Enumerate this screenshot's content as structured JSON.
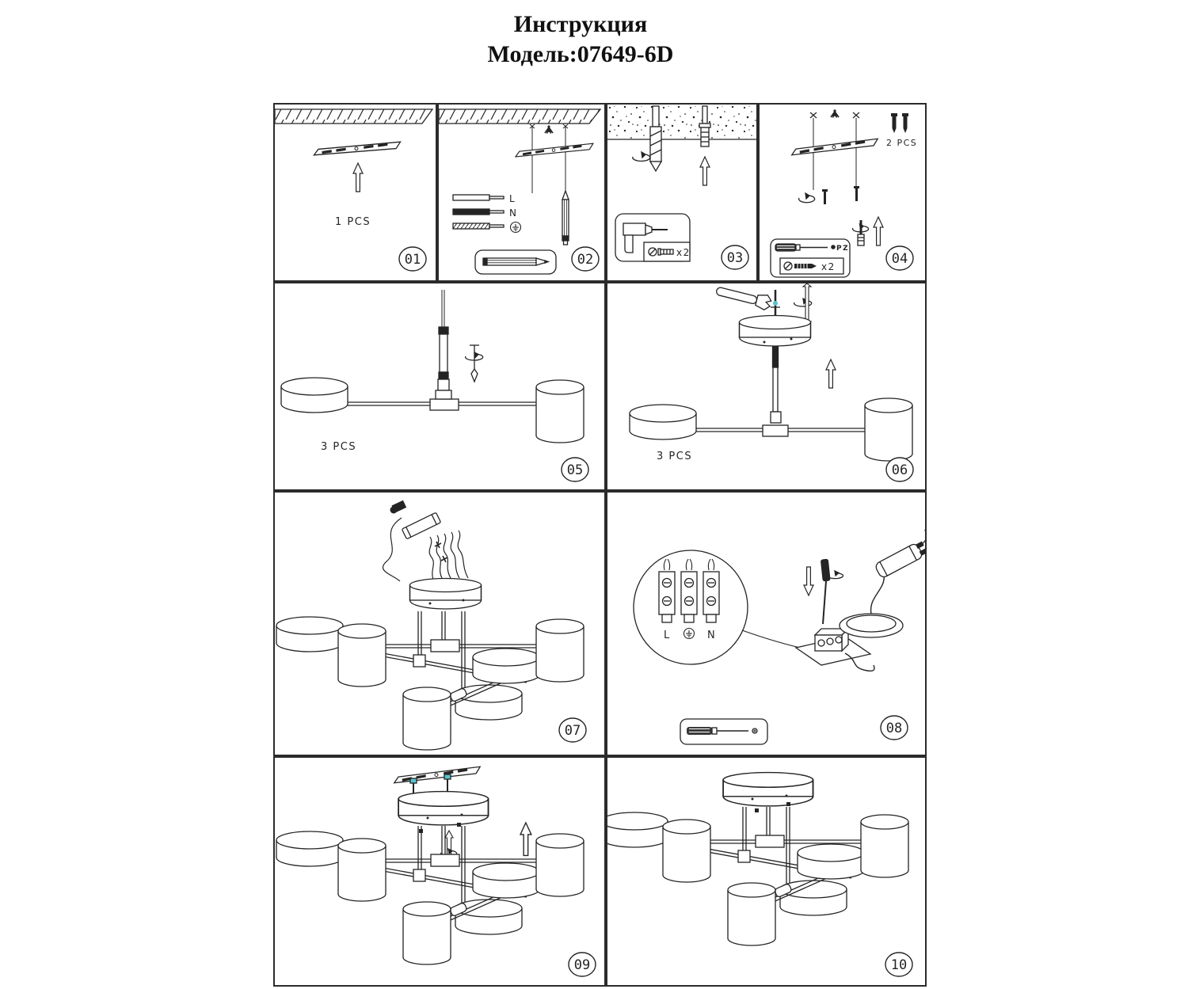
{
  "title": {
    "line1": "Инструкция",
    "line2": "Модель:07649-6D"
  },
  "colors": {
    "line": "#242424",
    "accent": "#56c4cf",
    "background": "#ffffff"
  },
  "panels": {
    "p01": {
      "num": "01",
      "qty": "1 PCS"
    },
    "p02": {
      "num": "02",
      "wire_live": "L",
      "wire_neutral": "N"
    },
    "p03": {
      "num": "03",
      "anchor_qty": "x2"
    },
    "p04": {
      "num": "04",
      "screws_qty": "2 PCS",
      "bit_type": "PZ",
      "screw_qty": "x2"
    },
    "p05": {
      "num": "05",
      "qty": "3 PCS"
    },
    "p06": {
      "num": "06",
      "qty": "3 PCS"
    },
    "p07": {
      "num": "07"
    },
    "p08": {
      "num": "08",
      "terminal_live": "L",
      "terminal_neutral": "N"
    },
    "p09": {
      "num": "09"
    },
    "p10": {
      "num": "10"
    }
  }
}
